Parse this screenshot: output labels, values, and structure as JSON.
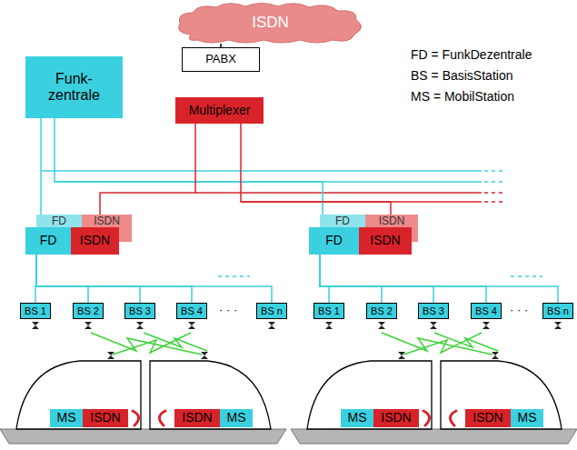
{
  "diagram": {
    "nodes": [
      {
        "text": [
          "ISDN"
        ]
      },
      {
        "text": [
          "PABX"
        ]
      },
      {
        "text": [
          "Multiplexer"
        ]
      },
      {
        "text": [
          "Funk- zentrale"
        ]
      },
      {
        "text": [
          "FD"
        ]
      },
      {
        "text": [
          "ISDN"
        ]
      },
      {
        "text": [
          "FD"
        ]
      },
      {
        "text": [
          "ISDN"
        ]
      },
      {
        "text": [
          "FD"
        ]
      },
      {
        "text": [
          "ISDN"
        ]
      },
      {
        "text": [
          "FD"
        ]
      },
      {
        "text": [
          "ISDN"
        ]
      },
      {
        "text": [
          "BS 1"
        ]
      },
      {
        "text": [
          "BS 2"
        ]
      },
      {
        "text": [
          "BS 3"
        ]
      },
      {
        "text": [
          "BS 4"
        ]
      },
      {
        "text": [
          "BS n"
        ]
      },
      {
        "text": [
          "BS 1"
        ]
      },
      {
        "text": [
          "BS 2"
        ]
      },
      {
        "text": [
          "BS 3"
        ]
      },
      {
        "text": [
          "BS 4"
        ]
      },
      {
        "text": [
          "BS n"
        ]
      },
      {
        "text": [
          "MS"
        ]
      },
      {
        "text": [
          "ISDN"
        ]
      },
      {
        "text": [
          "ISDN"
        ]
      },
      {
        "text": [
          "MS"
        ]
      },
      {
        "text": [
          "MS"
        ]
      },
      {
        "text": [
          "ISDN"
        ]
      },
      {
        "text": [
          "ISDN"
        ]
      },
      {
        "text": [
          "MS"
        ]
      }
    ],
    "edges": [
      {
        "from": 0,
        "to": 1,
        "arrow": "none"
      },
      {
        "from": 3,
        "to": 6,
        "arrow": "none"
      },
      {
        "from": 3,
        "to": 10,
        "arrow": "none"
      },
      {
        "from": 2,
        "to": 7,
        "arrow": "none"
      },
      {
        "from": 2,
        "to": 11,
        "arrow": "none"
      },
      {
        "from": 6,
        "to": 12,
        "arrow": "none"
      },
      {
        "from": 6,
        "to": 13,
        "arrow": "none"
      },
      {
        "from": 6,
        "to": 14,
        "arrow": "none"
      },
      {
        "from": 6,
        "to": 15,
        "arrow": "none"
      },
      {
        "from": 6,
        "to": 16,
        "arrow": "none"
      },
      {
        "from": 10,
        "to": 17,
        "arrow": "none"
      },
      {
        "from": 10,
        "to": 18,
        "arrow": "none"
      },
      {
        "from": 10,
        "to": 19,
        "arrow": "none"
      },
      {
        "from": 10,
        "to": 20,
        "arrow": "none"
      },
      {
        "from": 10,
        "to": 21,
        "arrow": "none"
      }
    ],
    "labels": [
      "FD = FunkDezentrale",
      "BS = BasisStation",
      "MS = MobilStation",
      "· · ·",
      "· · ·"
    ]
  }
}
